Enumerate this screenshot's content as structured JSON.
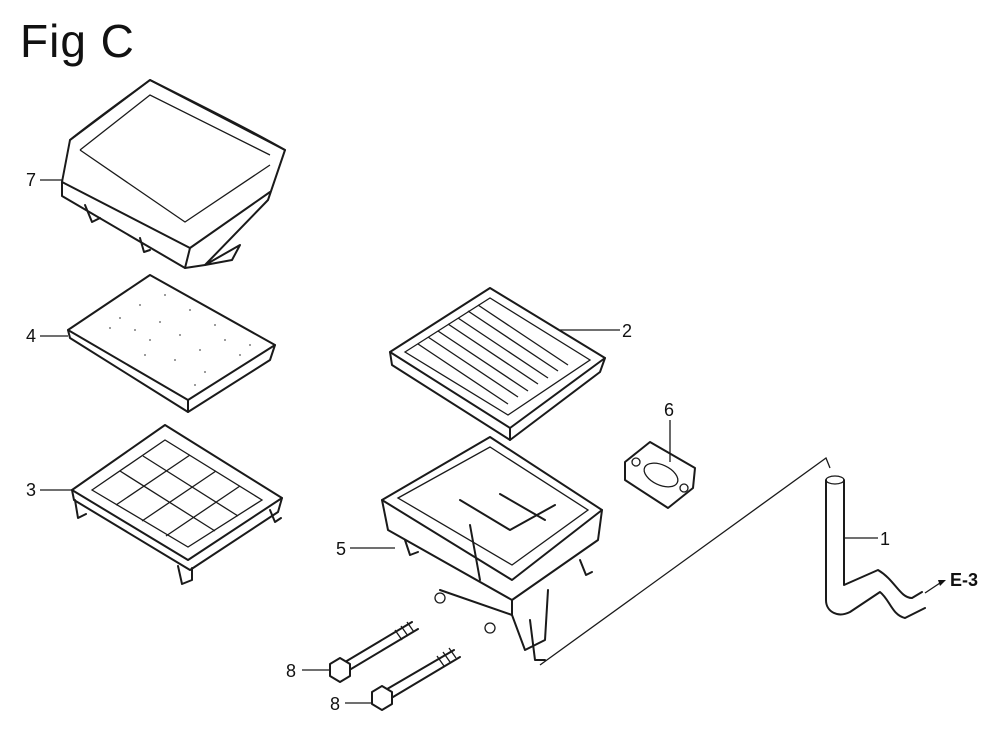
{
  "figure": {
    "title": "Fig C"
  },
  "callouts": [
    {
      "id": "p7",
      "label": "7"
    },
    {
      "id": "p4",
      "label": "4"
    },
    {
      "id": "p3",
      "label": "3"
    },
    {
      "id": "p2",
      "label": "2"
    },
    {
      "id": "p6",
      "label": "6"
    },
    {
      "id": "p5",
      "label": "5"
    },
    {
      "id": "p1",
      "label": "1"
    },
    {
      "id": "p8a",
      "label": "8"
    },
    {
      "id": "p8b",
      "label": "8"
    }
  ],
  "reference": {
    "label": "E-3"
  }
}
